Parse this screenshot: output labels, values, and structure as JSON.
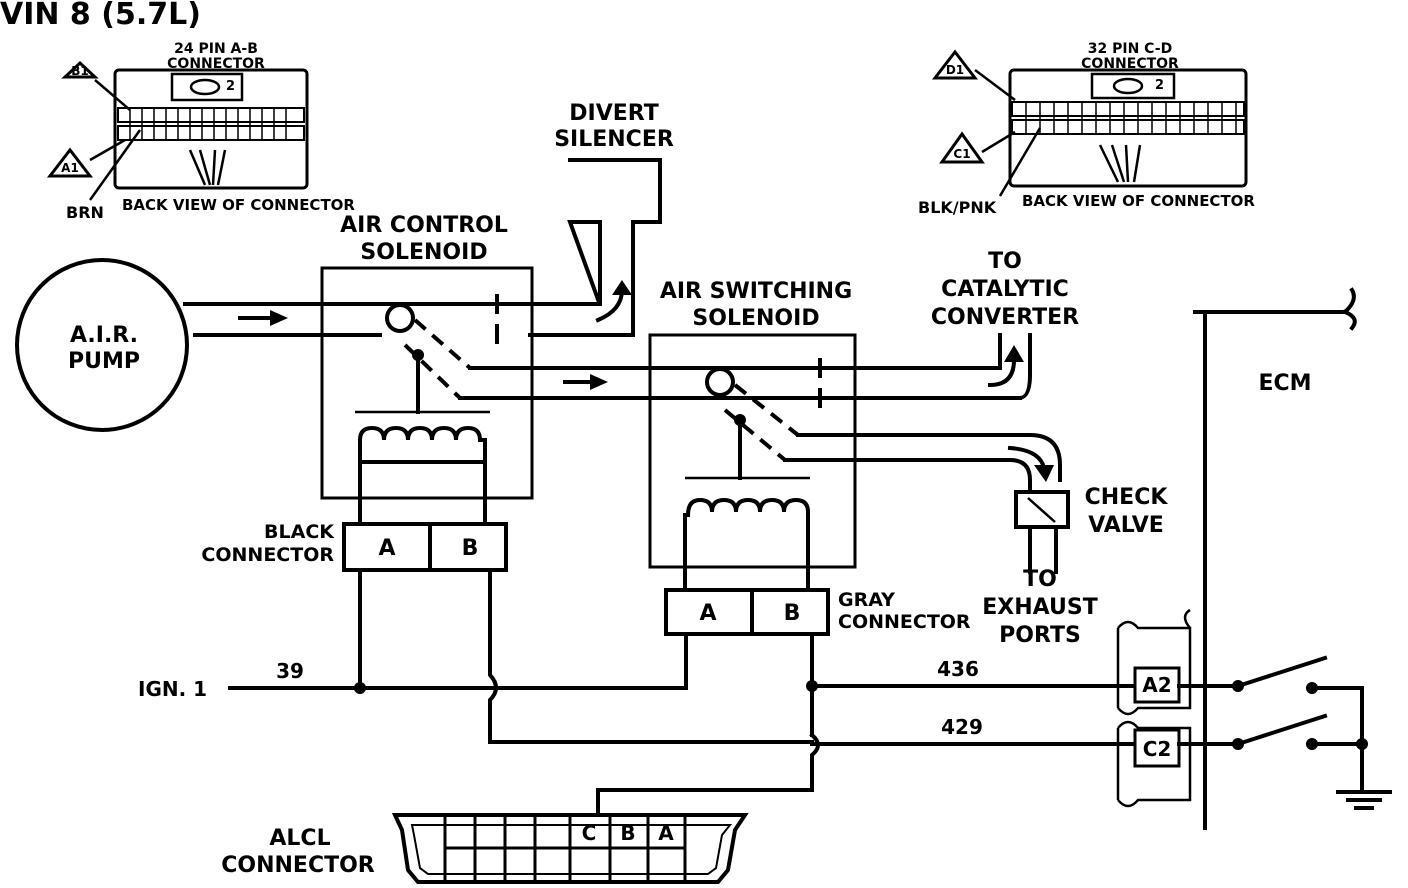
{
  "title": "VIN 8 (5.7L)",
  "connector_ab": {
    "label_line1": "24 PIN A-B",
    "label_line2": "CONNECTOR",
    "pin_b1": "B1",
    "pin_a1": "A1",
    "wire": "BRN",
    "view": "BACK VIEW OF CONNECTOR"
  },
  "connector_cd": {
    "label_line1": "32 PIN C-D",
    "label_line2": "CONNECTOR",
    "pin_d1": "D1",
    "pin_c1": "C1",
    "wire": "BLK/PNK",
    "view": "BACK VIEW OF CONNECTOR"
  },
  "pump": {
    "line1": "A.I.R.",
    "line2": "PUMP"
  },
  "divert": {
    "line1": "DIVERT",
    "line2": "SILENCER"
  },
  "air_control": {
    "line1": "AIR CONTROL",
    "line2": "SOLENOID"
  },
  "air_switching": {
    "line1": "AIR SWITCHING",
    "line2": "SOLENOID"
  },
  "catalytic": {
    "line1": "TO",
    "line2": "CATALYTIC",
    "line3": "CONVERTER"
  },
  "check_valve": {
    "line1": "CHECK",
    "line2": "VALVE"
  },
  "exhaust": {
    "line1": "TO",
    "line2": "EXHAUST",
    "line3": "PORTS"
  },
  "black_connector": {
    "line1": "BLACK",
    "line2": "CONNECTOR",
    "pin_a": "A",
    "pin_b": "B"
  },
  "gray_connector": {
    "line1": "GRAY",
    "line2": "CONNECTOR",
    "pin_a": "A",
    "pin_b": "B"
  },
  "ecm": "ECM",
  "ign": "IGN. 1",
  "circuit_39": "39",
  "circuit_436": "436",
  "circuit_429": "429",
  "pin_a2": "A2",
  "pin_c2": "C2",
  "alcl": {
    "line1": "ALCL",
    "line2": "CONNECTOR",
    "pin_c": "C",
    "pin_b": "B",
    "pin_a": "A"
  }
}
